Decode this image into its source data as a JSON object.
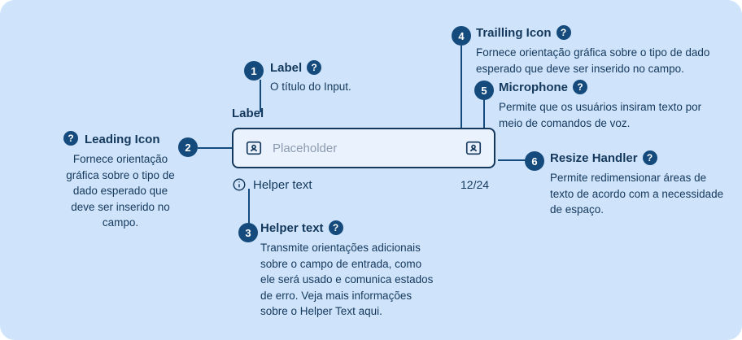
{
  "background_color": "#cfe4fb",
  "accent_color": "#144a7c",
  "field": {
    "label": "Label",
    "placeholder": "Placeholder",
    "helper_text": "Helper text",
    "counter": "12/24",
    "leading_icon": "contact-card-icon",
    "trailing_icon": "contact-card-icon",
    "helper_icon": "info-circle-icon"
  },
  "annotations": [
    {
      "number": "1",
      "title": "Label",
      "body": "O título do Input.",
      "qmark": "?"
    },
    {
      "number": "2",
      "title": "Leading Icon",
      "body": "Fornece orientação gráfica sobre o tipo de dado esperado que deve ser inserido no campo.",
      "qmark": "?"
    },
    {
      "number": "3",
      "title": "Helper text",
      "body": "Transmite orientações adicionais sobre o campo de entrada, como ele será usado e comunica estados de erro. Veja mais informações sobre o Helper Text aqui.",
      "qmark": "?"
    },
    {
      "number": "4",
      "title": "Trailling Icon",
      "body": "Fornece orientação gráfica sobre o tipo de dado esperado que deve ser inserido no campo.",
      "qmark": "?"
    },
    {
      "number": "5",
      "title": "Microphone",
      "body": "Permite que os usuários insiram texto por meio de comandos de voz.",
      "qmark": "?"
    },
    {
      "number": "6",
      "title": "Resize Handler",
      "body": "Permite redimensionar áreas de texto de acordo com a necessidade de espaço.",
      "qmark": "?"
    }
  ]
}
